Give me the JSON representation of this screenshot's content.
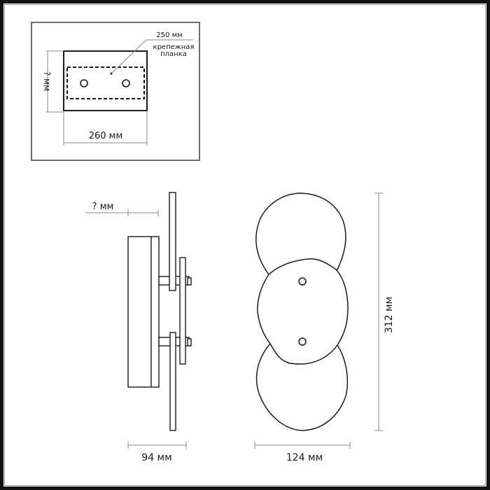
{
  "inset": {
    "width_label": "260 мм",
    "height_label": "? мм",
    "bracket_size_label": "250 мм",
    "bracket_caption_line1": "крепежная",
    "bracket_caption_line2": "планка"
  },
  "side_view": {
    "depth_top_label": "? мм",
    "depth_label": "94 мм"
  },
  "front_view": {
    "width_label": "124 мм",
    "height_label": "312 мм"
  },
  "colors": {
    "line": "#1a1a1a",
    "dimension_line": "#8a8a8a",
    "frame": "#111111"
  }
}
